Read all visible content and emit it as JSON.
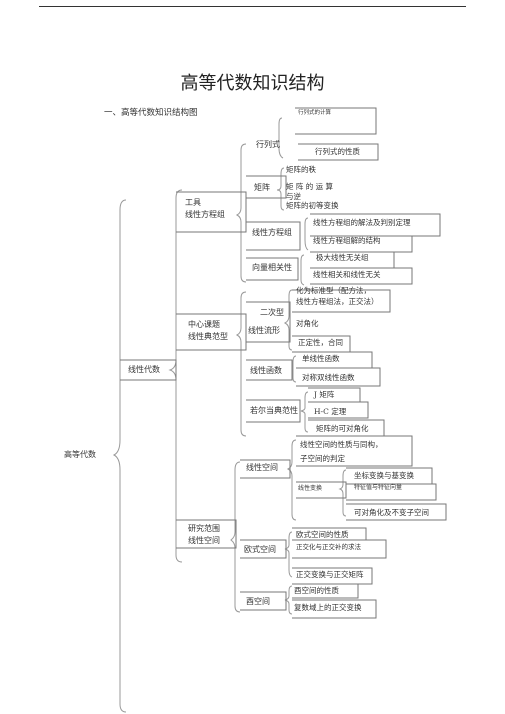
{
  "title": "高等代数知识结构",
  "section_heading": "一、高等代数知识结构图",
  "root": "高等代数",
  "level1": "线性代数",
  "groups": {
    "tools": {
      "line1": "工具",
      "line2": "线性方程组"
    },
    "central": {
      "line1": "中心课题",
      "line2": "线性典范型"
    },
    "research": {
      "line1": "研究范围",
      "line2": "线性空间"
    }
  },
  "tools_nodes": {
    "determinant": "行列式",
    "matrix": "矩阵",
    "linear_system": "线性方程组",
    "vector_dependence": "向量相关性"
  },
  "tools_leaves": {
    "det_compute": "行列式的计算",
    "det_props": "行列式的性质",
    "matrix_rank": "矩阵的秩",
    "matrix_ops": "矩 阵 的 运 算",
    "matrix_ops2": "与逆",
    "matrix_elem": "矩阵的初等变换",
    "sys_solve": "线性方程组的解法及判别定理",
    "sys_struct": "线性方程组解的结构",
    "max_indep": "极大线性无关组",
    "dep_indep": "线性相关和线性无关"
  },
  "central_nodes": {
    "quadratic": "二次型",
    "quadratic2": "线性流形",
    "linear_func": "线性函数",
    "jordan": "若尔当典范性"
  },
  "central_leaves": {
    "std_form": "化为标准型（配方法，",
    "std_form2": "线性方程组法，正交法）",
    "congruent": "对角化",
    "positive": "正定性，合同",
    "single_func": "单线性函数",
    "bilinear_func": "对称双线性函数",
    "j_matrix": "J 矩阵",
    "hc_theorem": "H-C  定理",
    "diag_matrix": "矩阵的可对角化"
  },
  "research_nodes": {
    "linear_space": "线性空间",
    "linear_transform": "线性变换",
    "euclid_space": "欧式空间",
    "unitary_space": "酉空间"
  },
  "research_leaves": {
    "ls_props": "线性空间的性质与同构，",
    "ls_judge": "子空间的判定",
    "coord_transform": "坐标变换与基变换",
    "eigen": "特征值与特征向量",
    "diag_invariant": "可对角化及不变子空间",
    "eu_props": "欧式空间的性质",
    "gram": "正交化与正交补的求法",
    "orth_transform": "正交变换与正交矩阵",
    "unitary_props": "酉空间的性质",
    "complex_orth": "复数域上的正交变换"
  }
}
